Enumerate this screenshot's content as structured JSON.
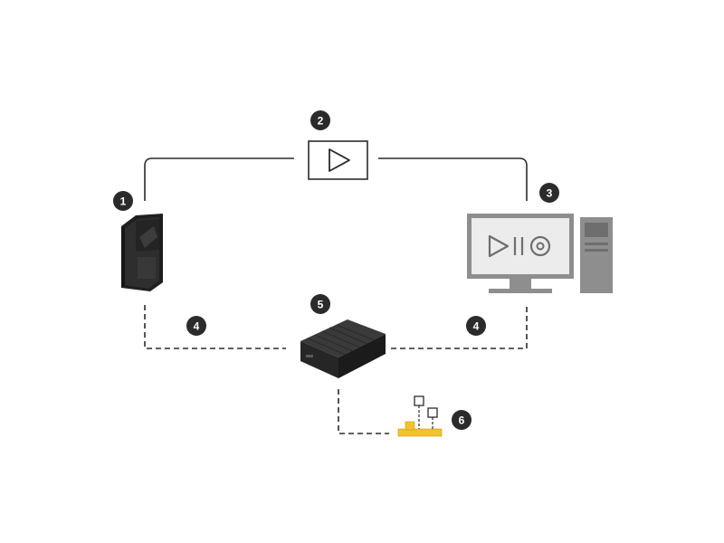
{
  "badges": [
    {
      "label": "1"
    },
    {
      "label": "2"
    },
    {
      "label": "3"
    },
    {
      "label": "4"
    },
    {
      "label": "5"
    },
    {
      "label": "4"
    },
    {
      "label": "6"
    }
  ],
  "colors": {
    "line": "#2b2b2b",
    "badge": "#2b2b2b",
    "device_dark": "#2e2e2e",
    "monitor_gray": "#8e8e8e",
    "screen": "#ececec",
    "accent_yellow": "#f2c230"
  },
  "icons": {
    "body_camera": "body-camera-icon",
    "video_clip": "video-play-icon",
    "workstation": "computer-workstation-icon",
    "recorder": "recorder-box-icon",
    "io_module": "io-relay-icon"
  }
}
